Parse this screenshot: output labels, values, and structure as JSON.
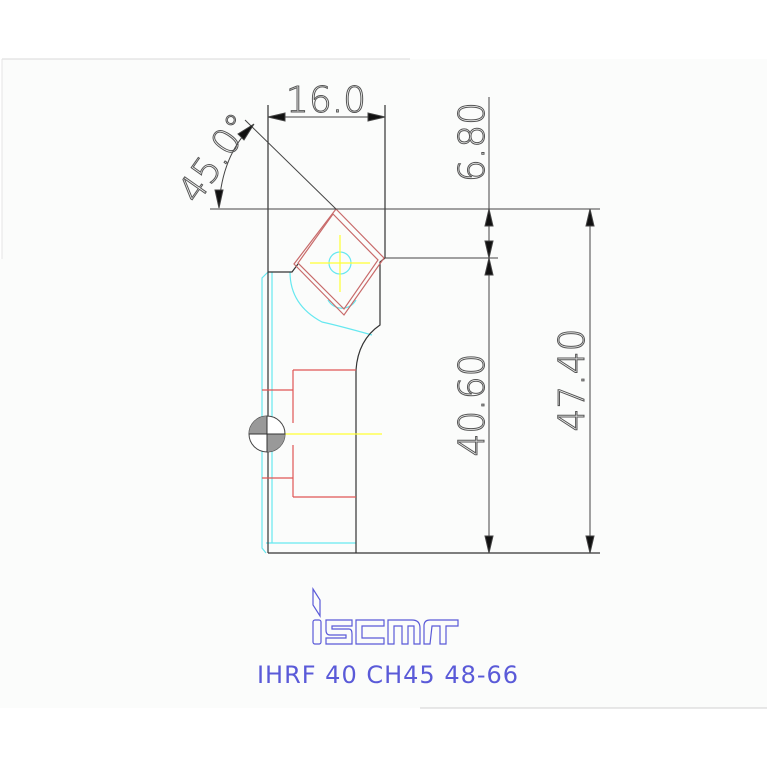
{
  "drawing": {
    "title": "IHRF 40 CH45 48-66",
    "brand": "iscar",
    "dimensions": {
      "width_top": "16.0",
      "angle": "45.0°",
      "offset_top": "6.80",
      "height_lower": "40.60",
      "height_total": "47.40"
    },
    "colors": {
      "background": "#fbfcfb",
      "outline": "#333333",
      "insert": "#c86a6a",
      "centerline": "#ffff33",
      "hidden": "#66e8f0",
      "label": "#5a5ad8",
      "dimension": "#444444"
    }
  }
}
